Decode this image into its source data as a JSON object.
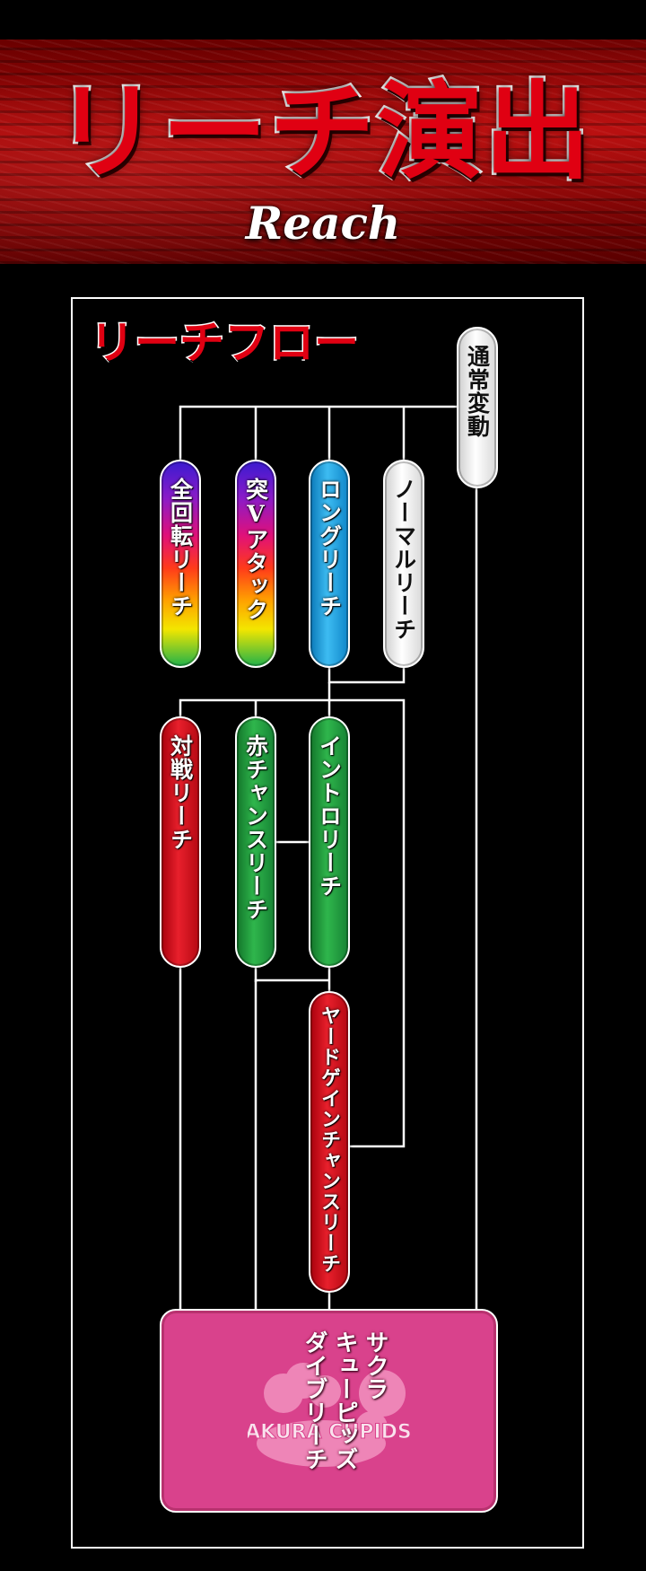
{
  "header": {
    "title": "リーチ演出",
    "subtitle": "Reach"
  },
  "flow": {
    "title": "リーチフロー",
    "nodes": {
      "normal_variation": "通常変動",
      "zenkaiten_reach": "全回転リーチ",
      "toppu_v_attack": "突Vアタック",
      "long_reach": "ロングリーチ",
      "normal_reach": "ノーマルリーチ",
      "taisen_reach": "対戦リーチ",
      "aka_chance_reach": "赤チャンスリーチ",
      "intro_reach": "イントロリーチ",
      "yardgain_chance_reach": "ヤードゲインチャンスリーチ",
      "sakura_cupids_reach": "サクラ\nキューピッズ\nダイブリーチ"
    },
    "logo_text": "SAKURA CUPIDS"
  },
  "colors": {
    "title_red": "#e00012",
    "line_white": "#ffffff",
    "pill_red": "#d7101e",
    "pill_green": "#1f9b3a",
    "pill_blue": "#1aa0e0",
    "pill_white": "#f2f2f2",
    "sakura_pink": "#d9428c"
  }
}
